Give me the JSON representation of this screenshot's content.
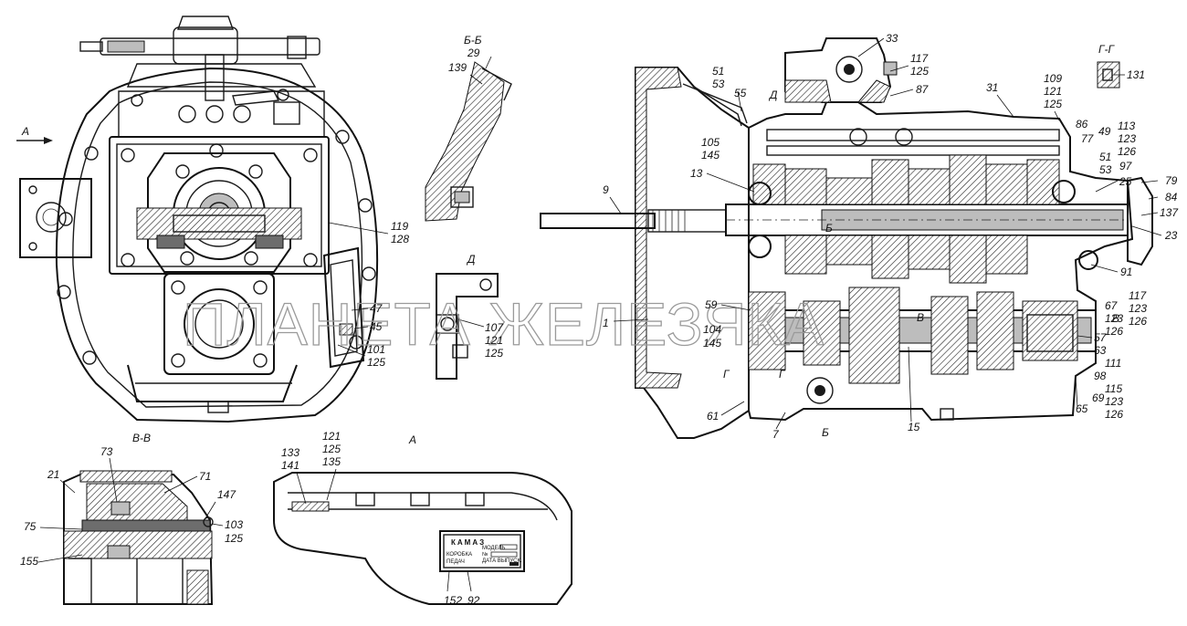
{
  "watermark": "ПЛАНЕТА ЖЕЛЕЗЯКА",
  "views": {
    "front_arrow": "А",
    "section_bb": "Б-Б",
    "view_d": "Д",
    "section_gg": "Г-Г",
    "section_vv": "В-В",
    "view_a": "А"
  },
  "section_marks": {
    "d_arrow": "Д",
    "b_top": "Б",
    "b_bottom": "Б",
    "v_left": "В",
    "v_right": "В",
    "g_left": "Г",
    "g_right": "Г"
  },
  "nameplate": {
    "brand": "КАМАЗ",
    "line1": "КОРОБКА",
    "line2": "ПЕДАЧ",
    "field1": "МОДЕЛЬ",
    "field2": "№",
    "field3": "ДАТА ВЫПУСК."
  },
  "callouts": {
    "front": [
      "119",
      "128",
      "47",
      "45",
      "101",
      "125"
    ],
    "bb": [
      "29",
      "139"
    ],
    "d": [
      "107",
      "121",
      "125"
    ],
    "gg": [
      "131"
    ],
    "vv": [
      "73",
      "21",
      "71",
      "147",
      "75",
      "103",
      "125",
      "155"
    ],
    "a": [
      "133",
      "141",
      "121",
      "125",
      "135",
      "152",
      "92"
    ],
    "main": [
      "33",
      "117",
      "125",
      "87",
      "51",
      "53",
      "55",
      "31",
      "109",
      "121",
      "125",
      "86",
      "77",
      "49",
      "113",
      "123",
      "126",
      "51",
      "53",
      "97",
      "25",
      "79",
      "84",
      "137",
      "23",
      "105",
      "145",
      "13",
      "9",
      "91",
      "117",
      "123",
      "126",
      "59",
      "1",
      "67",
      "123",
      "126",
      "104",
      "145",
      "57",
      "63",
      "111",
      "98",
      "115",
      "123",
      "126",
      "61",
      "7",
      "15",
      "65",
      "69"
    ]
  }
}
